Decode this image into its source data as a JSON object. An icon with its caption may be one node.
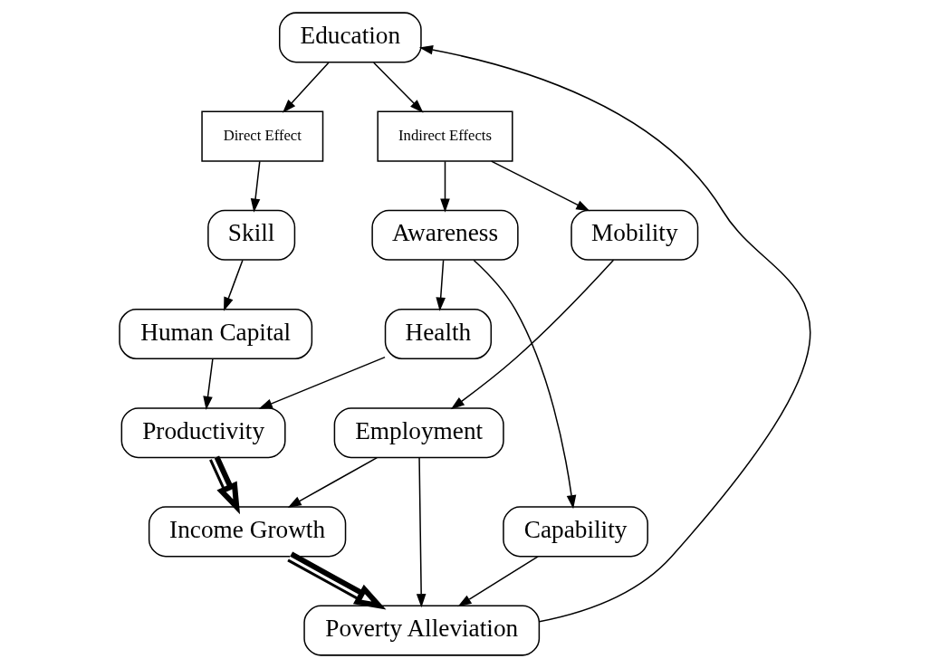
{
  "diagram": {
    "nodes": [
      {
        "text": [
          "Education"
        ]
      },
      {
        "text": [
          "Direct Effect"
        ]
      },
      {
        "text": [
          "Indirect Effects"
        ]
      },
      {
        "text": [
          "Skill"
        ]
      },
      {
        "text": [
          "Awareness"
        ]
      },
      {
        "text": [
          "Mobility"
        ]
      },
      {
        "text": [
          "Human Capital"
        ]
      },
      {
        "text": [
          "Health"
        ]
      },
      {
        "text": [
          "Capability"
        ]
      },
      {
        "text": [
          "Productivity"
        ]
      },
      {
        "text": [
          "Employment"
        ]
      },
      {
        "text": [
          "Income Growth"
        ]
      },
      {
        "text": [
          "Poverty Alleviation"
        ]
      }
    ],
    "edges": [
      {
        "from": 0,
        "to": 1,
        "arrow": "to"
      },
      {
        "from": 0,
        "to": 2,
        "arrow": "to"
      },
      {
        "from": 1,
        "to": 3,
        "arrow": "to"
      },
      {
        "from": 2,
        "to": 4,
        "arrow": "to"
      },
      {
        "from": 2,
        "to": 5,
        "arrow": "to"
      },
      {
        "from": 3,
        "to": 6,
        "arrow": "to"
      },
      {
        "from": 4,
        "to": 7,
        "arrow": "to"
      },
      {
        "from": 4,
        "to": 8,
        "arrow": "to"
      },
      {
        "from": 5,
        "to": 10,
        "arrow": "to"
      },
      {
        "from": 6,
        "to": 9,
        "arrow": "to"
      },
      {
        "from": 7,
        "to": 9,
        "arrow": "to"
      },
      {
        "from": 9,
        "to": 11,
        "arrow": "to",
        "style": "thick"
      },
      {
        "from": 11,
        "to": 12,
        "arrow": "to",
        "style": "thick"
      },
      {
        "from": 10,
        "to": 11,
        "arrow": "to"
      },
      {
        "from": 10,
        "to": 12,
        "arrow": "to"
      },
      {
        "from": 8,
        "to": 12,
        "arrow": "to"
      },
      {
        "from": 12,
        "to": 0,
        "arrow": "to"
      }
    ]
  }
}
